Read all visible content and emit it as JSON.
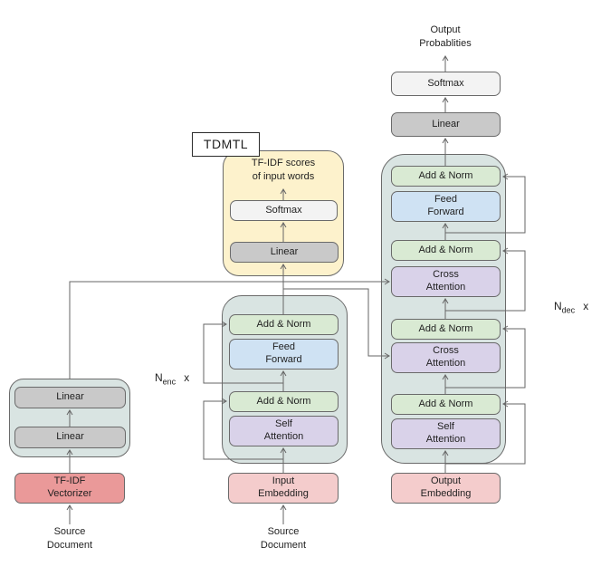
{
  "colors": {
    "container_teal": "#d9e4e2",
    "container_yellow": "#fdf2cc",
    "add_norm_green": "#d9ead3",
    "feed_forward_blue": "#cfe2f3",
    "attention_purple": "#d9d2e9",
    "embedding_pink": "#f4cccc",
    "vectorizer_red": "#ea9999",
    "linear_gray": "#c9c9c9",
    "softmax_lightgray": "#f3f3f3",
    "wire_gray": "#666666"
  },
  "left_module": {
    "linear_top": "Linear",
    "linear_bottom": "Linear",
    "vectorizer": "TF-IDF\nVectorizer",
    "source": "Source\nDocument"
  },
  "tdmtl": {
    "title": "TDMTL",
    "caption": "TF-IDF scores\nof input words",
    "softmax": "Softmax",
    "linear": "Linear"
  },
  "encoder": {
    "multiplier": {
      "base": "N",
      "sub": "enc",
      "times": "x"
    },
    "blocks": [
      {
        "label": "Add & Norm"
      },
      {
        "label": "Feed\nForward"
      },
      {
        "label": "Add & Norm"
      },
      {
        "label": "Self\nAttention"
      }
    ],
    "embedding": "Input\nEmbedding",
    "source": "Source\nDocument"
  },
  "decoder": {
    "output_label": "Output\nProbablities",
    "softmax": "Softmax",
    "linear": "Linear",
    "multiplier": {
      "base": "N",
      "sub": "dec",
      "times": "x"
    },
    "blocks": [
      {
        "label": "Add & Norm"
      },
      {
        "label": "Feed\nForward"
      },
      {
        "label": "Add & Norm"
      },
      {
        "label": "Cross\nAttention"
      },
      {
        "label": "Add & Norm"
      },
      {
        "label": "Cross\nAttention"
      },
      {
        "label": "Add & Norm"
      },
      {
        "label": "Self\nAttention"
      }
    ],
    "embedding": "Output\nEmbedding"
  }
}
